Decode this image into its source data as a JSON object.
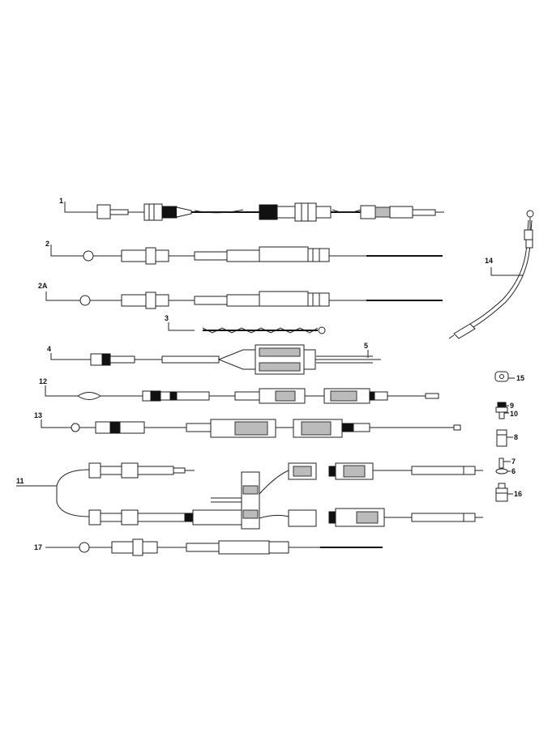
{
  "diagram": {
    "callouts": {
      "c1": "1",
      "c2": "2",
      "c2a": "2A",
      "c3": "3",
      "c4": "4",
      "c5": "5",
      "c12": "12",
      "c13": "13",
      "c11": "11",
      "c17": "17",
      "c14": "14",
      "c15": "15",
      "c9": "9",
      "c10": "10",
      "c8": "8",
      "c7": "7",
      "c6": "6",
      "c16": "16"
    }
  }
}
